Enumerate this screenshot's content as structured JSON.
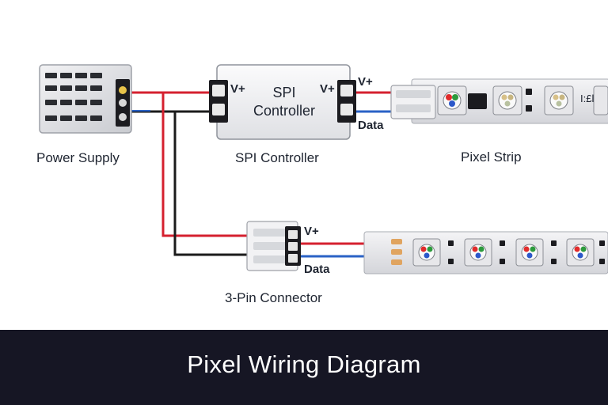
{
  "colors": {
    "positive_wire": "#d5202f",
    "ground_wire": "#1b1b1b",
    "data_wire": "#2a62c6",
    "banner_bg": "#161624",
    "banner_text": "#ffffff"
  },
  "components": {
    "power_supply": {
      "label": "Power Supply"
    },
    "controller": {
      "label": "SPI Controller",
      "box_line1": "SPI",
      "box_line2": "Controller",
      "pin_left": "V+",
      "pin_right": "V+"
    },
    "strip_top": {
      "label": "Pixel Strip",
      "pin_vplus": "V+",
      "pin_data": "Data",
      "chip_marking": "I:£l"
    },
    "connector": {
      "label": "3-Pin Connector",
      "pin_vplus": "V+",
      "pin_data": "Data"
    }
  },
  "banner": {
    "title": "Pixel Wiring Diagram"
  }
}
